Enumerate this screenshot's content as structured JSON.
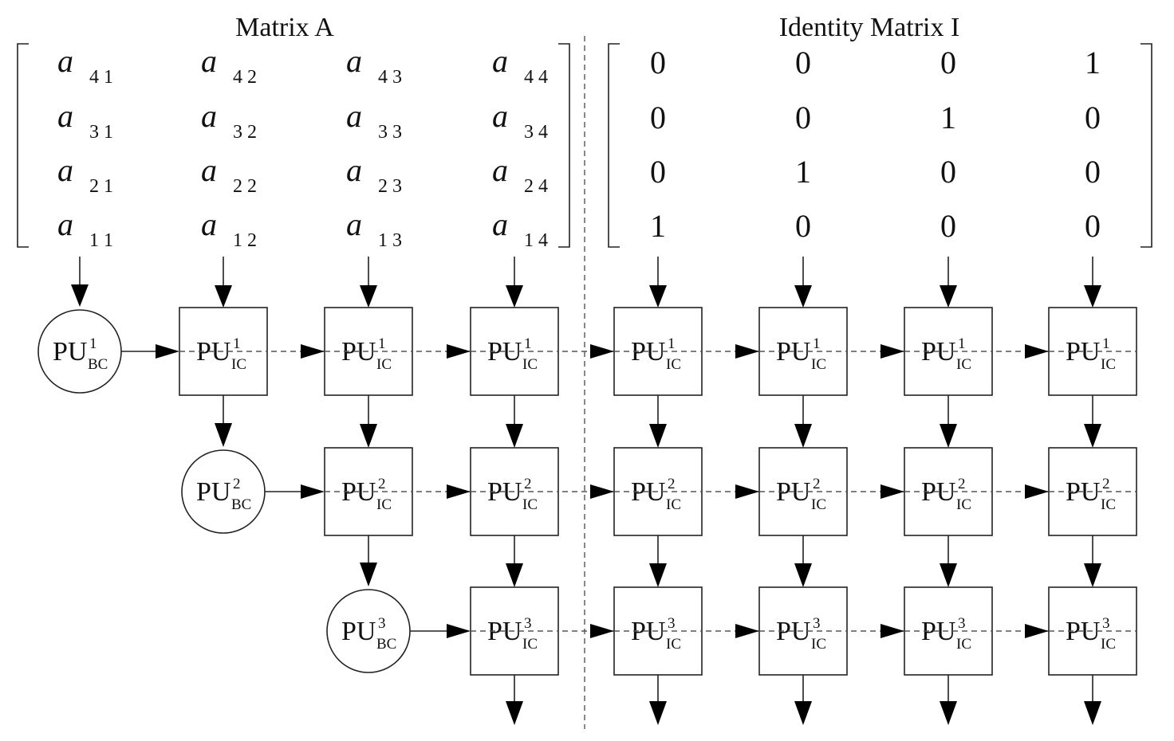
{
  "titles": {
    "matrix_a": "Matrix A",
    "identity": "Identity Matrix I"
  },
  "matrix_a": {
    "letter": "a",
    "rows": [
      [
        "4 1",
        "4 2",
        "4 3",
        "4 4"
      ],
      [
        "3 1",
        "3 2",
        "3 3",
        "3 4"
      ],
      [
        "2 1",
        "2 2",
        "2 3",
        "2 4"
      ],
      [
        "1 1",
        "1 2",
        "1 3",
        "1 4"
      ]
    ]
  },
  "identity": {
    "rows": [
      [
        "0",
        "0",
        "0",
        "1"
      ],
      [
        "0",
        "0",
        "1",
        "0"
      ],
      [
        "0",
        "1",
        "0",
        "0"
      ],
      [
        "1",
        "0",
        "0",
        "0"
      ]
    ]
  },
  "units": {
    "base": "PU",
    "bc_label": "BC",
    "ic_label": "IC",
    "stages": [
      "1",
      "2",
      "3"
    ]
  }
}
